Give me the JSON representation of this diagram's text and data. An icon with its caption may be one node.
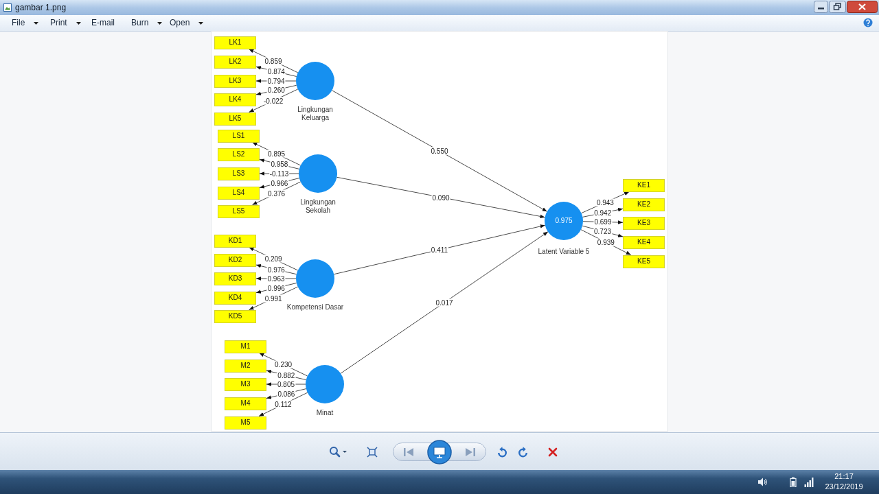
{
  "diagram": {
    "nodes": [
      {
        "text": [
          "LK1"
        ]
      },
      {
        "text": [
          "LK2"
        ]
      },
      {
        "text": [
          "LK3"
        ]
      },
      {
        "text": [
          "LK4"
        ]
      },
      {
        "text": [
          "LK5"
        ]
      },
      {
        "text": [],
        "shape": "circle",
        "beside": [
          "Lingkungan Keluarga"
        ]
      },
      {
        "text": [
          "LS1"
        ]
      },
      {
        "text": [
          "LS2"
        ]
      },
      {
        "text": [
          "LS3"
        ]
      },
      {
        "text": [
          "LS4"
        ]
      },
      {
        "text": [
          "LS5"
        ]
      },
      {
        "text": [],
        "shape": "circle",
        "beside": [
          "Lingkungan Sekolah"
        ]
      },
      {
        "text": [
          "KD1"
        ]
      },
      {
        "text": [
          "KD2"
        ]
      },
      {
        "text": [
          "KD3"
        ]
      },
      {
        "text": [
          "KD4"
        ]
      },
      {
        "text": [
          "KD5"
        ]
      },
      {
        "text": [],
        "shape": "circle",
        "beside": [
          "Kompetensi Dasar"
        ]
      },
      {
        "text": [
          "M1"
        ]
      },
      {
        "text": [
          "M2"
        ]
      },
      {
        "text": [
          "M3"
        ]
      },
      {
        "text": [
          "M4"
        ]
      },
      {
        "text": [
          "M5"
        ]
      },
      {
        "text": [],
        "shape": "circle",
        "beside": [
          "Minat"
        ]
      },
      {
        "text": [
          "0.975"
        ],
        "beside": [
          "Latent Variable 5"
        ]
      },
      {
        "text": [
          "KE1"
        ]
      },
      {
        "text": [
          "KE2"
        ]
      },
      {
        "text": [
          "KE3"
        ]
      },
      {
        "text": [
          "KE4"
        ]
      },
      {
        "text": [
          "KE5"
        ]
      }
    ],
    "edges": [
      {
        "from": 5,
        "to": 0,
        "arrow": "to",
        "label": "0.859"
      },
      {
        "from": 5,
        "to": 1,
        "arrow": "to",
        "label": "0.874"
      },
      {
        "from": 5,
        "to": 2,
        "arrow": "to",
        "label": "0.794"
      },
      {
        "from": 5,
        "to": 3,
        "arrow": "to",
        "label": "0.260"
      },
      {
        "from": 5,
        "to": 4,
        "arrow": "to",
        "label": "-0.022"
      },
      {
        "from": 11,
        "to": 6,
        "arrow": "to",
        "label": "0.895"
      },
      {
        "from": 11,
        "to": 7,
        "arrow": "to",
        "label": "0.958"
      },
      {
        "from": 11,
        "to": 8,
        "arrow": "to",
        "label": "-0.113"
      },
      {
        "from": 11,
        "to": 9,
        "arrow": "to",
        "label": "0.966"
      },
      {
        "from": 11,
        "to": 10,
        "arrow": "to",
        "label": "0.376"
      },
      {
        "from": 17,
        "to": 12,
        "arrow": "to",
        "label": "0.209"
      },
      {
        "from": 17,
        "to": 13,
        "arrow": "to",
        "label": "0.976"
      },
      {
        "from": 17,
        "to": 14,
        "arrow": "to",
        "label": "0.963"
      },
      {
        "from": 17,
        "to": 15,
        "arrow": "to",
        "label": "0.996"
      },
      {
        "from": 17,
        "to": 16,
        "arrow": "to",
        "label": "0.991"
      },
      {
        "from": 23,
        "to": 18,
        "arrow": "to",
        "label": "0.230"
      },
      {
        "from": 23,
        "to": 19,
        "arrow": "to",
        "label": "0.882"
      },
      {
        "from": 23,
        "to": 20,
        "arrow": "to",
        "label": "0.805"
      },
      {
        "from": 23,
        "to": 21,
        "arrow": "to",
        "label": "0.086"
      },
      {
        "from": 23,
        "to": 22,
        "arrow": "to",
        "label": "0.112"
      },
      {
        "from": 5,
        "to": 24,
        "arrow": "to",
        "label": "0.550"
      },
      {
        "from": 11,
        "to": 24,
        "arrow": "to",
        "label": "0.090"
      },
      {
        "from": 17,
        "to": 24,
        "arrow": "to",
        "label": "0.411"
      },
      {
        "from": 23,
        "to": 24,
        "arrow": "to",
        "label": "0.017"
      },
      {
        "from": 24,
        "to": 25,
        "arrow": "to",
        "label": "0.943"
      },
      {
        "from": 24,
        "to": 26,
        "arrow": "to",
        "label": "0.942"
      },
      {
        "from": 24,
        "to": 27,
        "arrow": "to",
        "label": "0.699"
      },
      {
        "from": 24,
        "to": 28,
        "arrow": "to",
        "label": "0.723"
      },
      {
        "from": 24,
        "to": 29,
        "arrow": "to",
        "label": "0.939"
      }
    ],
    "labels": [
      "gambar 1.png",
      "File",
      "Print",
      "E-mail",
      "Burn",
      "Open",
      "21:17",
      "23/12/2019"
    ]
  }
}
